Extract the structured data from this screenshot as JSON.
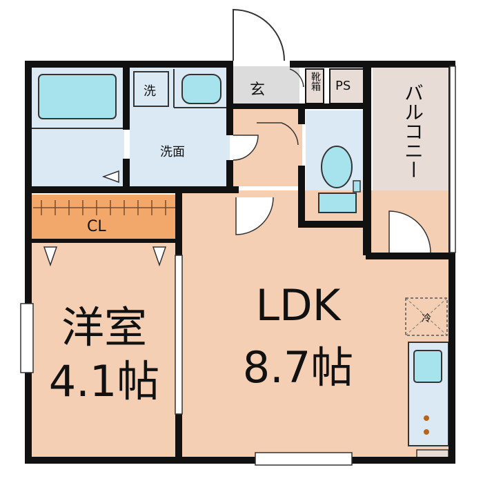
{
  "rooms": {
    "ldk": {
      "name": "LDK",
      "size": "8.7帖"
    },
    "western": {
      "name": "洋室",
      "size": "4.1帖"
    },
    "closet": "CL",
    "genkan": "玄",
    "shoe_cabinet": "靴箱",
    "ps": "PS",
    "balcony": "バルコニー",
    "washroom": "洗面",
    "washer": "洗",
    "fridge": "冷"
  },
  "colors": {
    "wall": "#111111",
    "floor_warm": "#f4cfb3",
    "wet_area": "#dbe9f5",
    "fixture": "#a6e3ec",
    "closet": "#f2a86a",
    "balcony": "#e8ddd6",
    "entrance": "#dcdcdc"
  }
}
